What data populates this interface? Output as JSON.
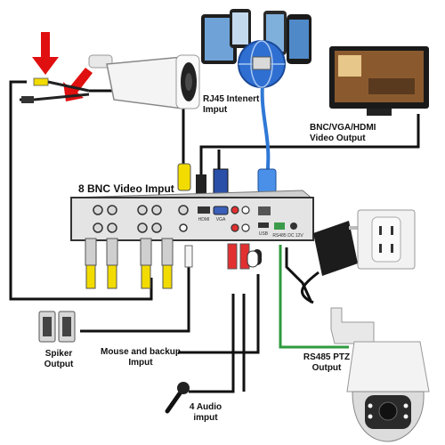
{
  "labels": {
    "rj45_line1": "RJ45 Intenert",
    "rj45_line2": "Imput",
    "video_out_line1": "BNC/VGA/HDMI",
    "video_out_line2": "Video Output",
    "bnc_input": "8 BNC Video Imput",
    "spiker_line1": "Spiker",
    "spiker_line2": "Output",
    "mouse_line1": "Mouse and backup",
    "mouse_line2": "Imput",
    "audio_line1": "4 Audio",
    "audio_line2": "imput",
    "rs485_line1": "RS485 PTZ",
    "rs485_line2": "Output"
  },
  "dvr_port_labels": {
    "hdmi": "HDMI",
    "vga": "VGA",
    "usb": "USB",
    "rs485": "RS485",
    "power": "DC 12V"
  },
  "colors": {
    "cable": "#111111",
    "rs485_wire": "#2e9a3e",
    "arrow": "#e01010",
    "bnc_connector": "#f2dc00",
    "ethernet_cable": "#2f78d6"
  }
}
